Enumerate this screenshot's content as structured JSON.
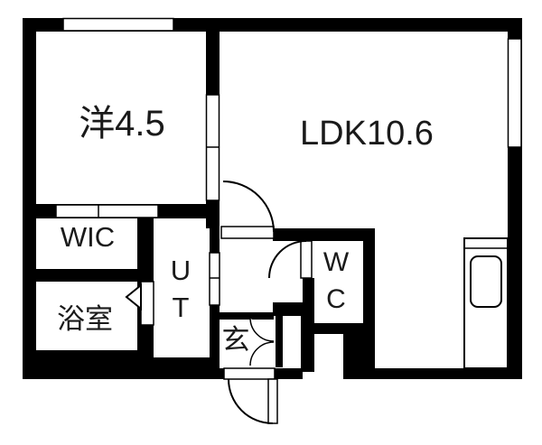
{
  "plan": {
    "rooms": {
      "bedroom": {
        "label": "洋4.5"
      },
      "ldk": {
        "label": "LDK10.6"
      },
      "wic": {
        "label": "WIC"
      },
      "bathroom": {
        "label": "浴室"
      },
      "utility": {
        "line1": "U",
        "line2": "T"
      },
      "entrance": {
        "label": "玄"
      },
      "toilet": {
        "line1": "W",
        "line2": "C"
      }
    }
  },
  "colors": {
    "wall": "#000000",
    "floor": "#ffffff",
    "line": "#000000",
    "text": "#1a1a1a"
  },
  "symbols": {
    "window": "white band in wall with outline",
    "sliding_door": "white split panel in wall",
    "hinged_door": "quarter-circle swing arc with leaf",
    "folding_door": "triangle arrow marker",
    "double_closet_door": "two quarter arcs meeting at cusp",
    "kitchen_sink": "rounded rectangle in counter"
  }
}
